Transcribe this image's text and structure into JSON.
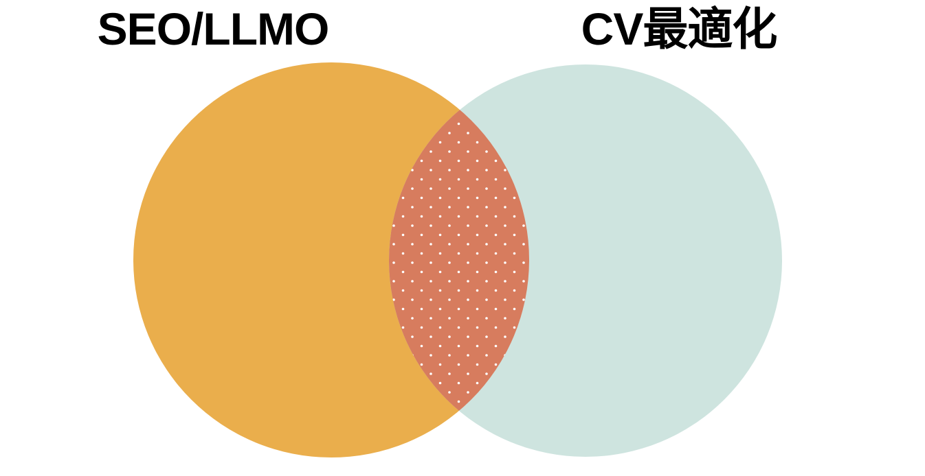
{
  "page": {
    "background": "#ffffff"
  },
  "venn": {
    "left": {
      "label": "SEO/LLMO",
      "color": "#EAAE4C"
    },
    "right": {
      "label": "CV最適化",
      "color": "#CEE4DF"
    },
    "overlap": {
      "pattern": "polka-dot",
      "color": "#D77C5E",
      "dot_color": "#FFFFFF"
    },
    "title_color": "#000000"
  }
}
